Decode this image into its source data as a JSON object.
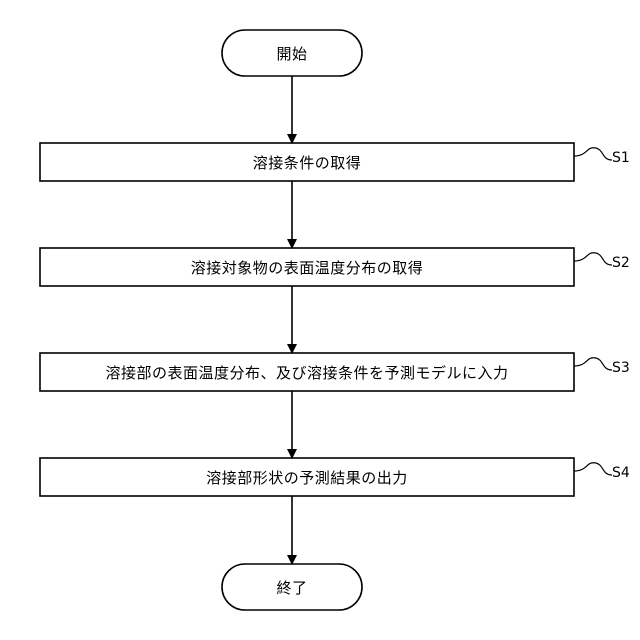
{
  "flowchart": {
    "start": {
      "label": "開始"
    },
    "end": {
      "label": "終了"
    },
    "steps": [
      {
        "id": "S1",
        "label": "溶接条件の取得"
      },
      {
        "id": "S2",
        "label": "溶接対象物の表面温度分布の取得"
      },
      {
        "id": "S3",
        "label": "溶接部の表面温度分布、及び溶接条件を予測モデルに入力"
      },
      {
        "id": "S4",
        "label": "溶接部形状の予測結果の出力"
      }
    ]
  }
}
